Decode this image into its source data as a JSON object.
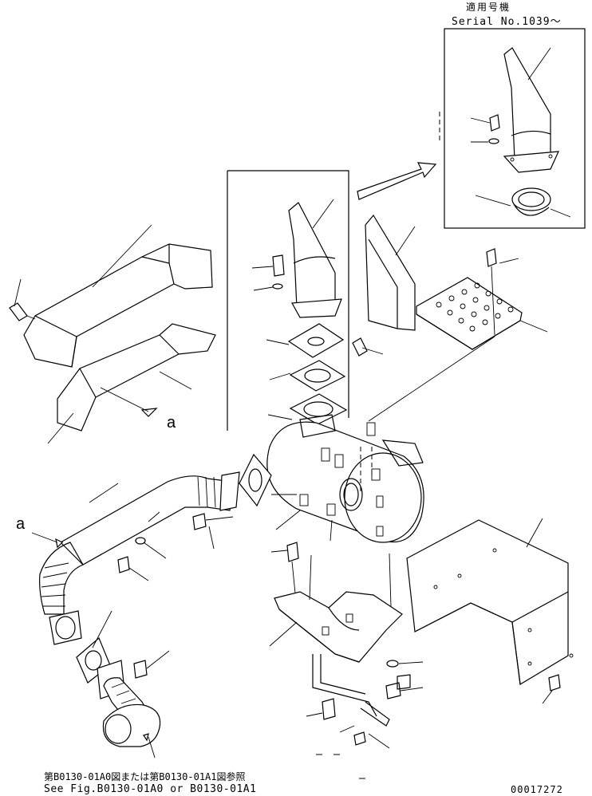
{
  "header": {
    "applicability_jp": "適用号機",
    "serial": "Serial No.1039～"
  },
  "callouts": {
    "a_left": "a",
    "a_mid": "a"
  },
  "footer": {
    "reference_jp": "第B0130-01A0図または第B0130-01A1図参照",
    "reference_en": "See Fig.B0130-01A0 or B0130-01A1",
    "document_number": "00017272"
  },
  "colors": {
    "ink": "#000000",
    "paper": "#ffffff"
  }
}
